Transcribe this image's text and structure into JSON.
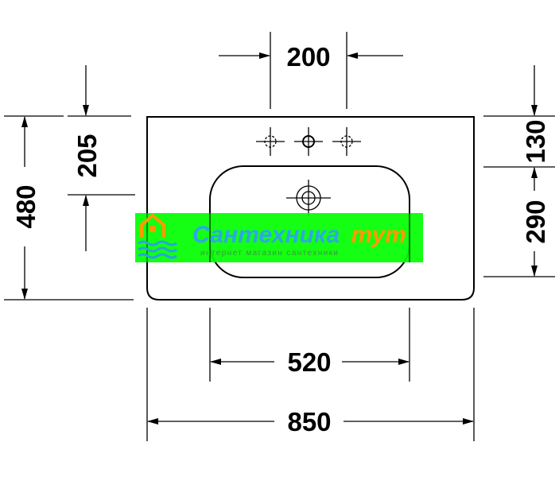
{
  "dimensions": {
    "tap_hole_spacing": "200",
    "tap_holes_to_bowl_center": "205",
    "total_depth": "480",
    "back_to_tap_holes": "130",
    "tap_holes_to_front": "290",
    "bowl_width": "520",
    "total_width": "850"
  },
  "watermark": {
    "title_part1": "Сантехника",
    "title_part2": "тут",
    "subtitle": "интернет магазин сантехники",
    "background_color": "#00ff00",
    "title_color_1": "#2ba8e6",
    "title_color_2": "#ff9a00",
    "logo_color_house": "#ff9a00",
    "logo_color_waves": "#29a3e0"
  }
}
